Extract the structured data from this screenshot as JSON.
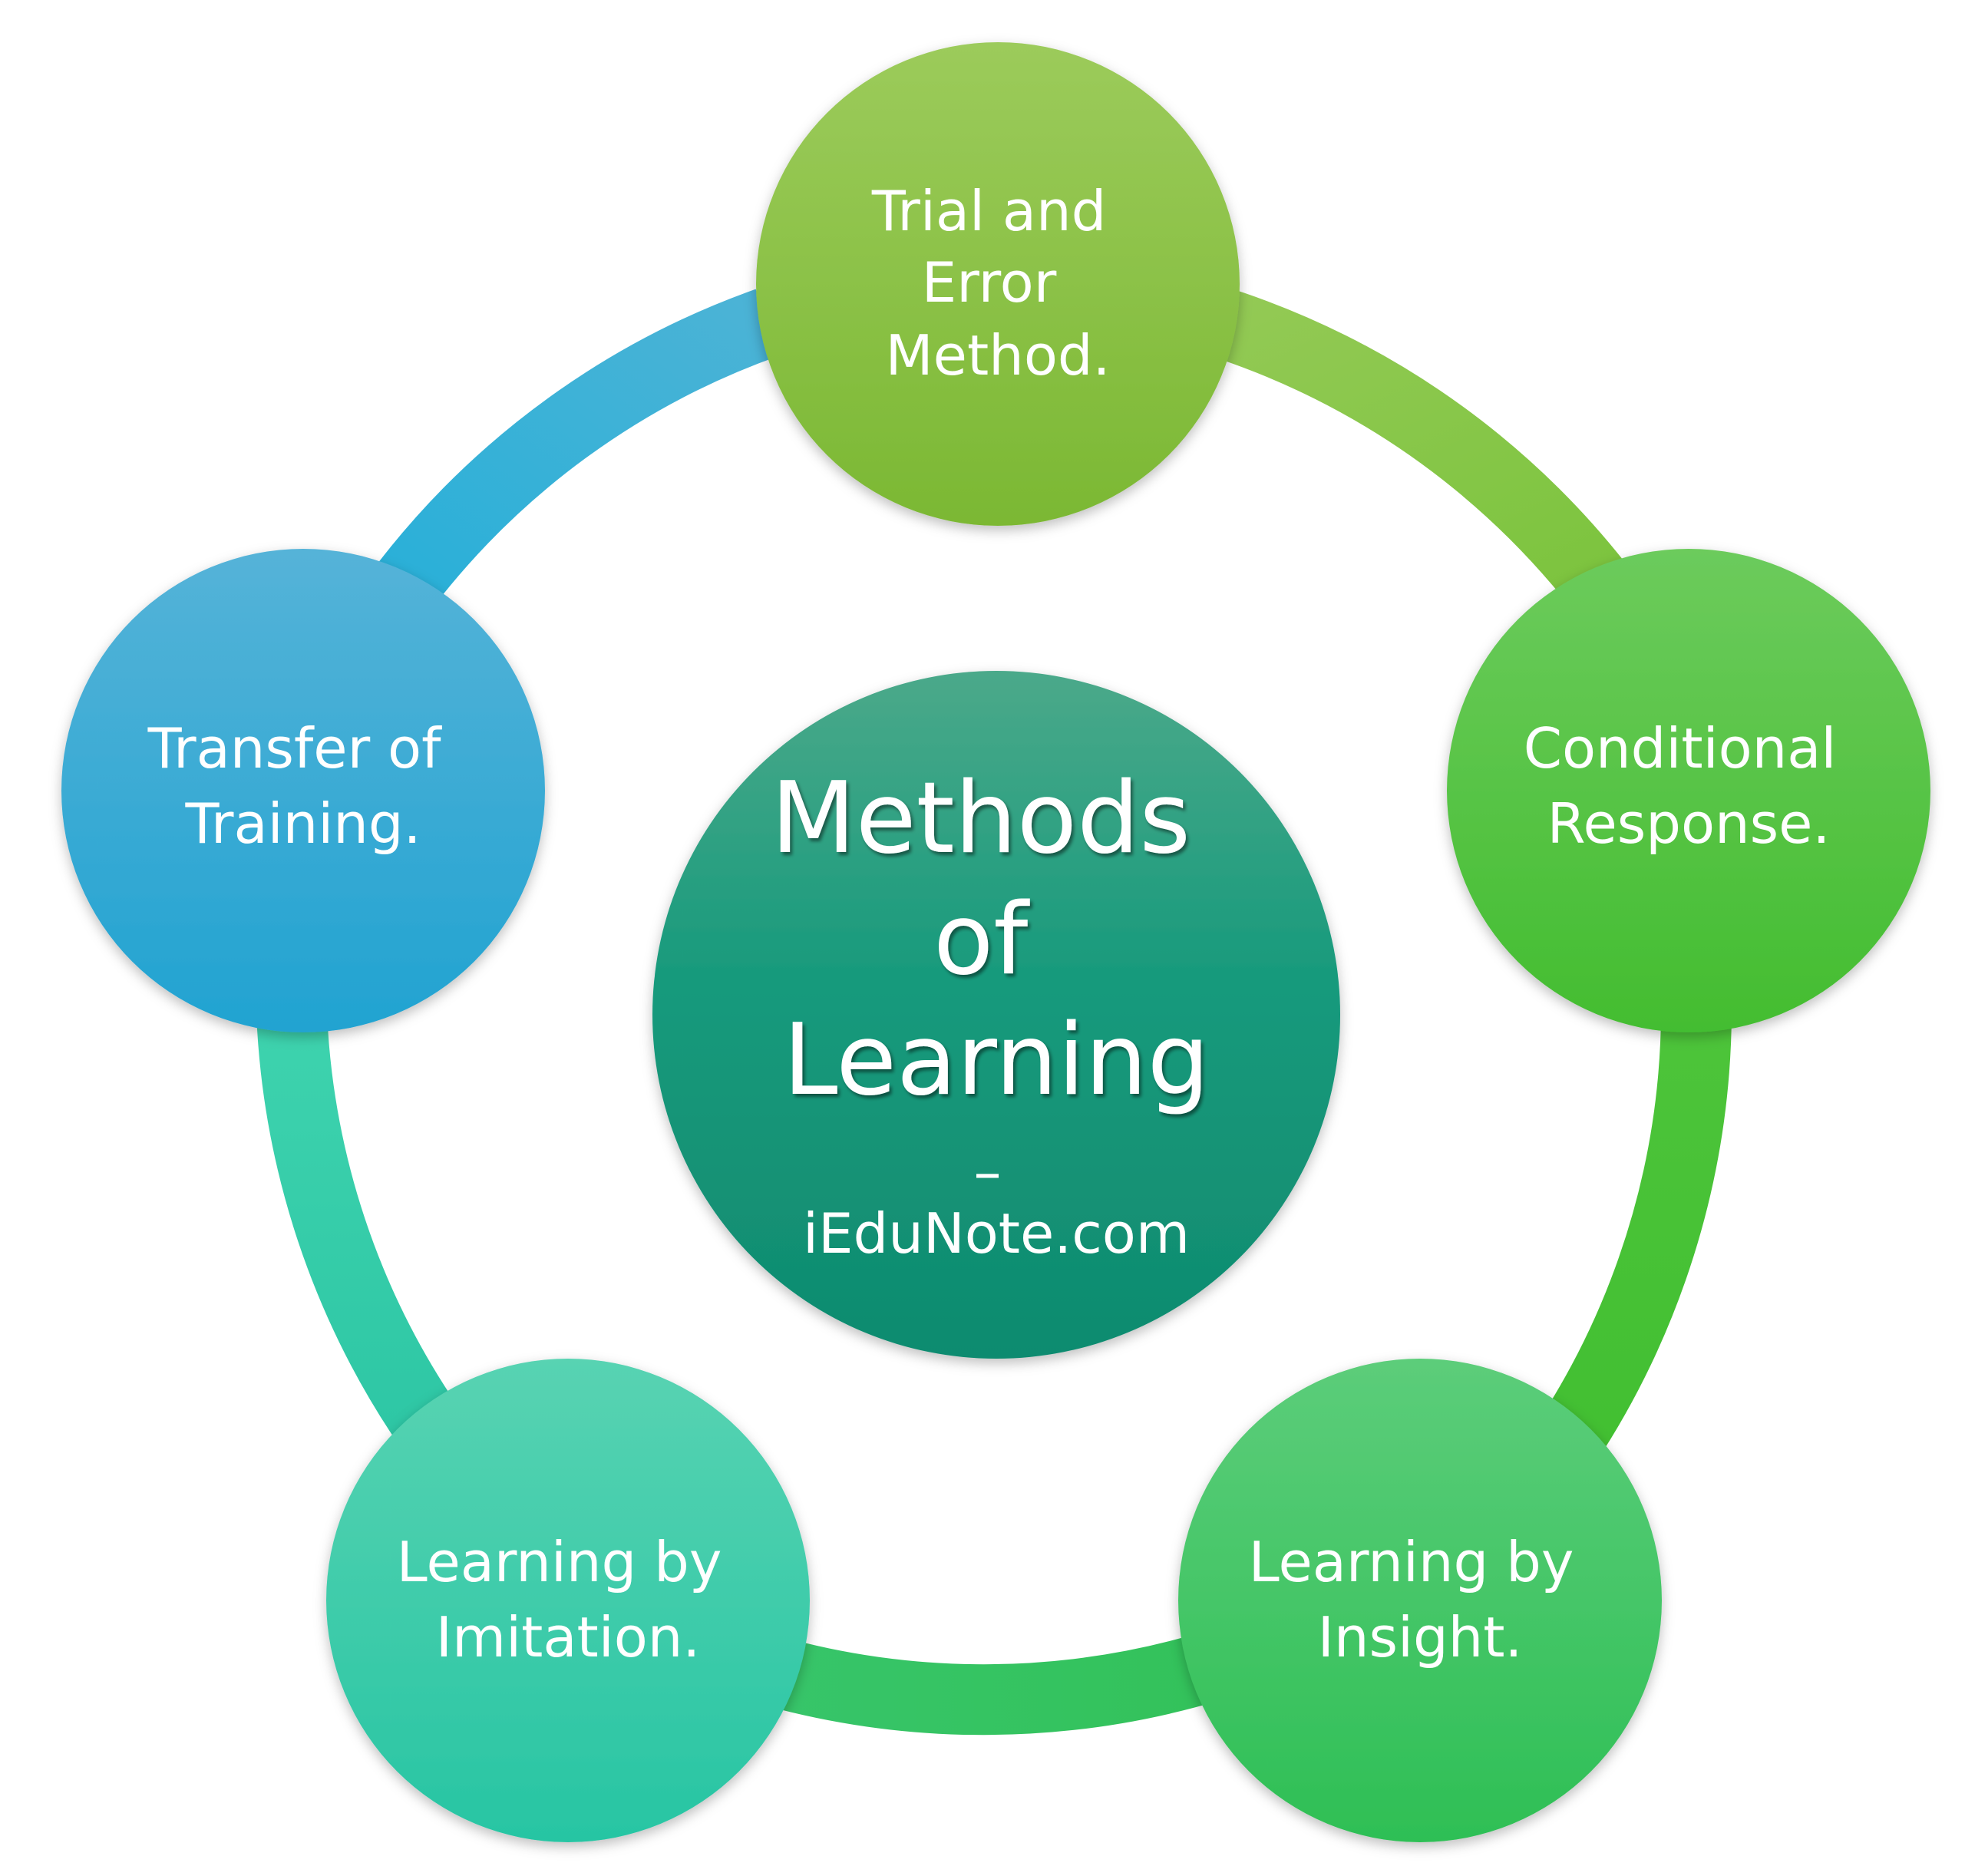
{
  "center": {
    "lines": [
      "Methods",
      "of",
      "Learning"
    ],
    "dash": "–",
    "subtitle": "iEduNote.com"
  },
  "nodes": [
    {
      "id": "trial-and-error",
      "lines": [
        "Trial and",
        "Error",
        "Method."
      ]
    },
    {
      "id": "conditional-response",
      "lines": [
        "Conditional",
        "Response."
      ]
    },
    {
      "id": "learning-by-insight",
      "lines": [
        "Learning by",
        "Insight."
      ]
    },
    {
      "id": "learning-by-imitation",
      "lines": [
        "Learning by",
        "Imitation."
      ]
    },
    {
      "id": "transfer-of-training",
      "lines": [
        "Transfer of",
        "Training."
      ]
    }
  ],
  "colors": {
    "trial-and-error": "#86c13c",
    "conditional-response": "#52c43a",
    "learning-by-insight": "#36c45a",
    "learning-by-imitation": "#2fc9a6",
    "transfer-of-training": "#2aa7d3",
    "center": "#139478"
  }
}
